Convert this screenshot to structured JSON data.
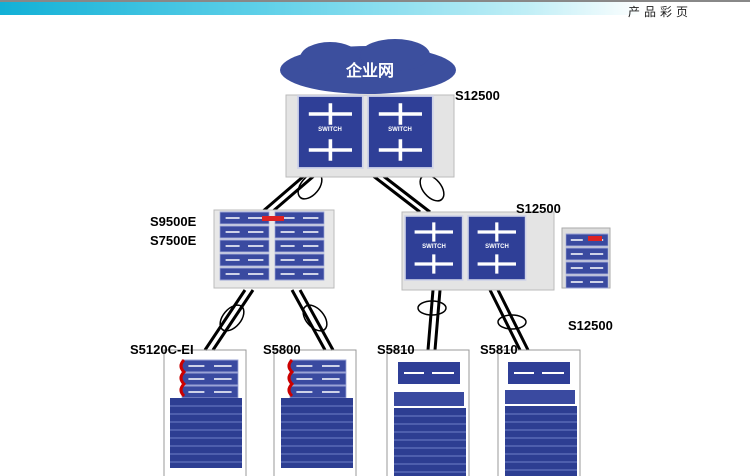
{
  "header": {
    "title": "产品彩页"
  },
  "diagram": {
    "cloud": "企业网",
    "core": "S12500",
    "agg_left_1": "S9500E",
    "agg_left_2": "S7500E",
    "agg_right": "S12500",
    "agg_right_side": "S12500",
    "device_text": "SWITCH",
    "access": [
      "S5120C-EI",
      "S5800",
      "S5810",
      "S5810"
    ]
  }
}
